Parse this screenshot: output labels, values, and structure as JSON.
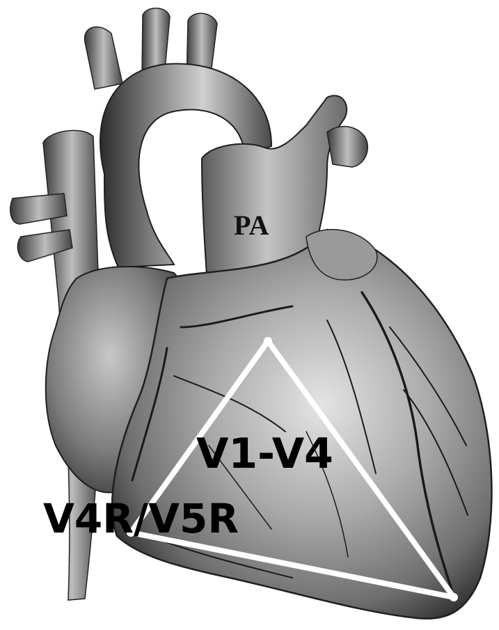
{
  "figure": {
    "labels": {
      "pulmonary_artery": "PA",
      "precordial_leads": "V1-V4",
      "right_leads": "V4R/V5R"
    },
    "colors": {
      "background": "#ffffff",
      "heart_dark": "#3a3a3a",
      "heart_mid": "#8a8a8a",
      "heart_light": "#d6d6d6",
      "vessel": "#1e1e1e",
      "triangle": "#ffffff",
      "text": "#000000"
    }
  }
}
